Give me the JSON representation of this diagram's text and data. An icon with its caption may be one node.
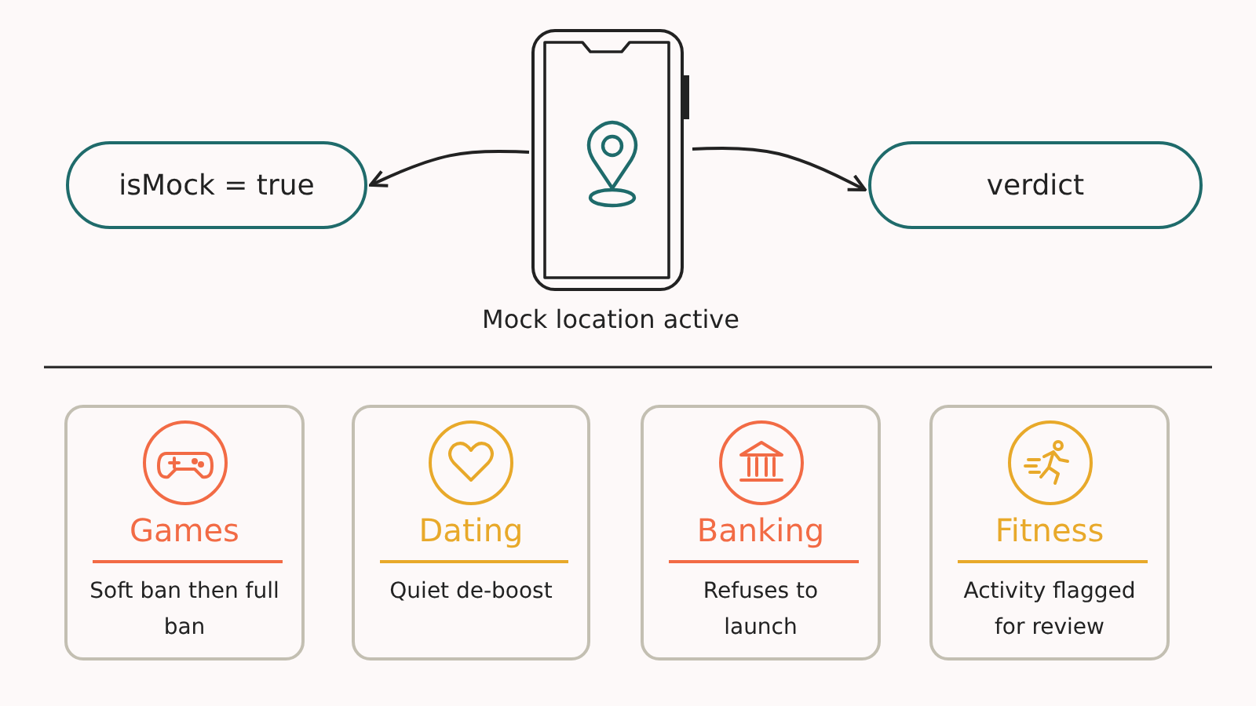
{
  "diagram": {
    "nodes": [
      {
        "text": [],
        "shape": "phone",
        "beside": [
          "Mock location active"
        ]
      },
      {
        "text": [
          "isMock = true"
        ]
      },
      {
        "text": [
          "verdict"
        ]
      },
      {
        "text": [
          "Games",
          "Soft ban then full ban"
        ]
      },
      {
        "text": [
          "Dating",
          "Quiet de-boost"
        ]
      },
      {
        "text": [
          "Banking",
          "Refuses to launch"
        ]
      },
      {
        "text": [
          "Fitness",
          "Activity flagged for review"
        ]
      }
    ],
    "edges": [
      {
        "from": 0,
        "to": 1,
        "arrow": "to"
      },
      {
        "from": 0,
        "to": 2,
        "arrow": "to"
      }
    ]
  }
}
